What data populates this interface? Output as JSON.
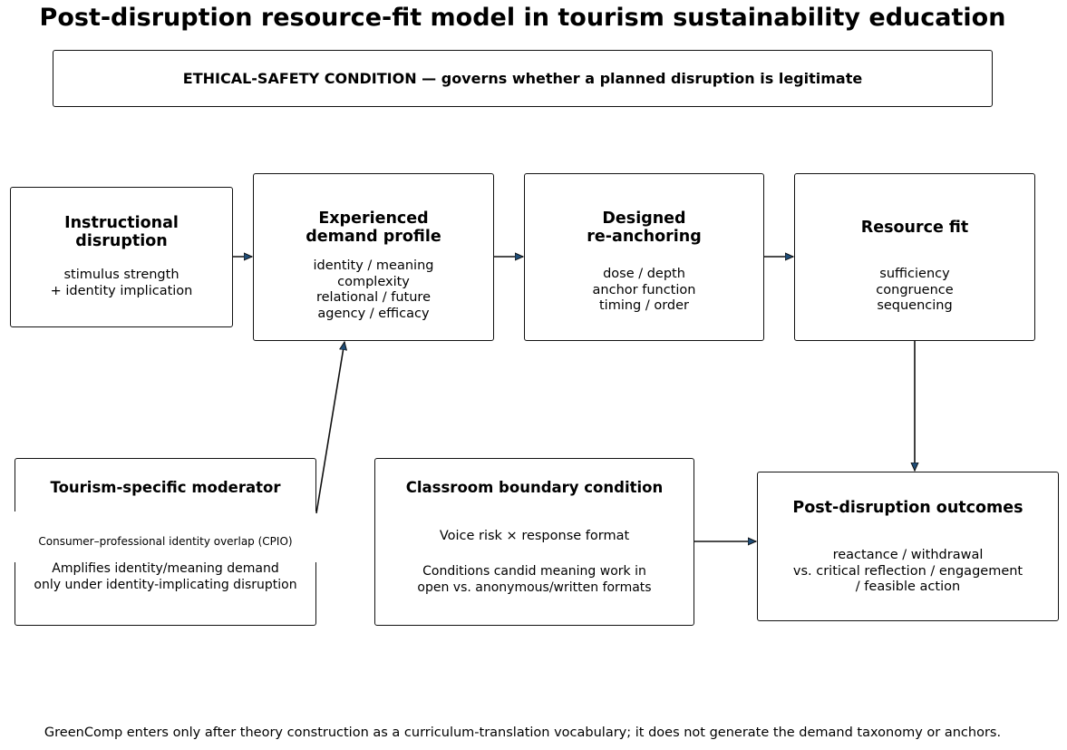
{
  "title": "Post-disruption resource-fit model in tourism sustainability education",
  "ethics_banner": "ETHICAL-SAFETY CONDITION — governs whether a planned disruption is legitimate",
  "boxes": {
    "instructional_disruption": {
      "title": "Instructional\ndisruption",
      "body": "stimulus strength\n+ identity implication"
    },
    "experienced_demand": {
      "title": "Experienced\ndemand profile",
      "body": "identity / meaning\ncomplexity\nrelational / future\nagency / efficacy"
    },
    "designed_reanchoring": {
      "title": "Designed\nre-anchoring",
      "body": "dose / depth\nanchor function\ntiming / order"
    },
    "resource_fit": {
      "title": "Resource fit",
      "body": "sufficiency\ncongruence\nsequencing"
    },
    "tourism_moderator": {
      "title": "Tourism-specific moderator",
      "subtitle": "Consumer–professional identity overlap (CPIO)",
      "body": "Amplifies identity/meaning demand\nonly under identity-implicating disruption"
    },
    "classroom_boundary": {
      "title": "Classroom boundary condition",
      "subtitle": "Voice risk × response format",
      "body": "Conditions candid meaning work in\nopen vs. anonymous/written formats"
    },
    "outcomes": {
      "title": "Post-disruption outcomes",
      "body": "reactance / withdrawal\nvs. critical reflection / engagement\n/ feasible action"
    }
  },
  "footer": "GreenComp enters only after theory construction as a curriculum-translation vocabulary; it does not generate the demand taxonomy or anchors.",
  "colors": {
    "arrow_head": "#1f4e79",
    "line": "#111111"
  }
}
